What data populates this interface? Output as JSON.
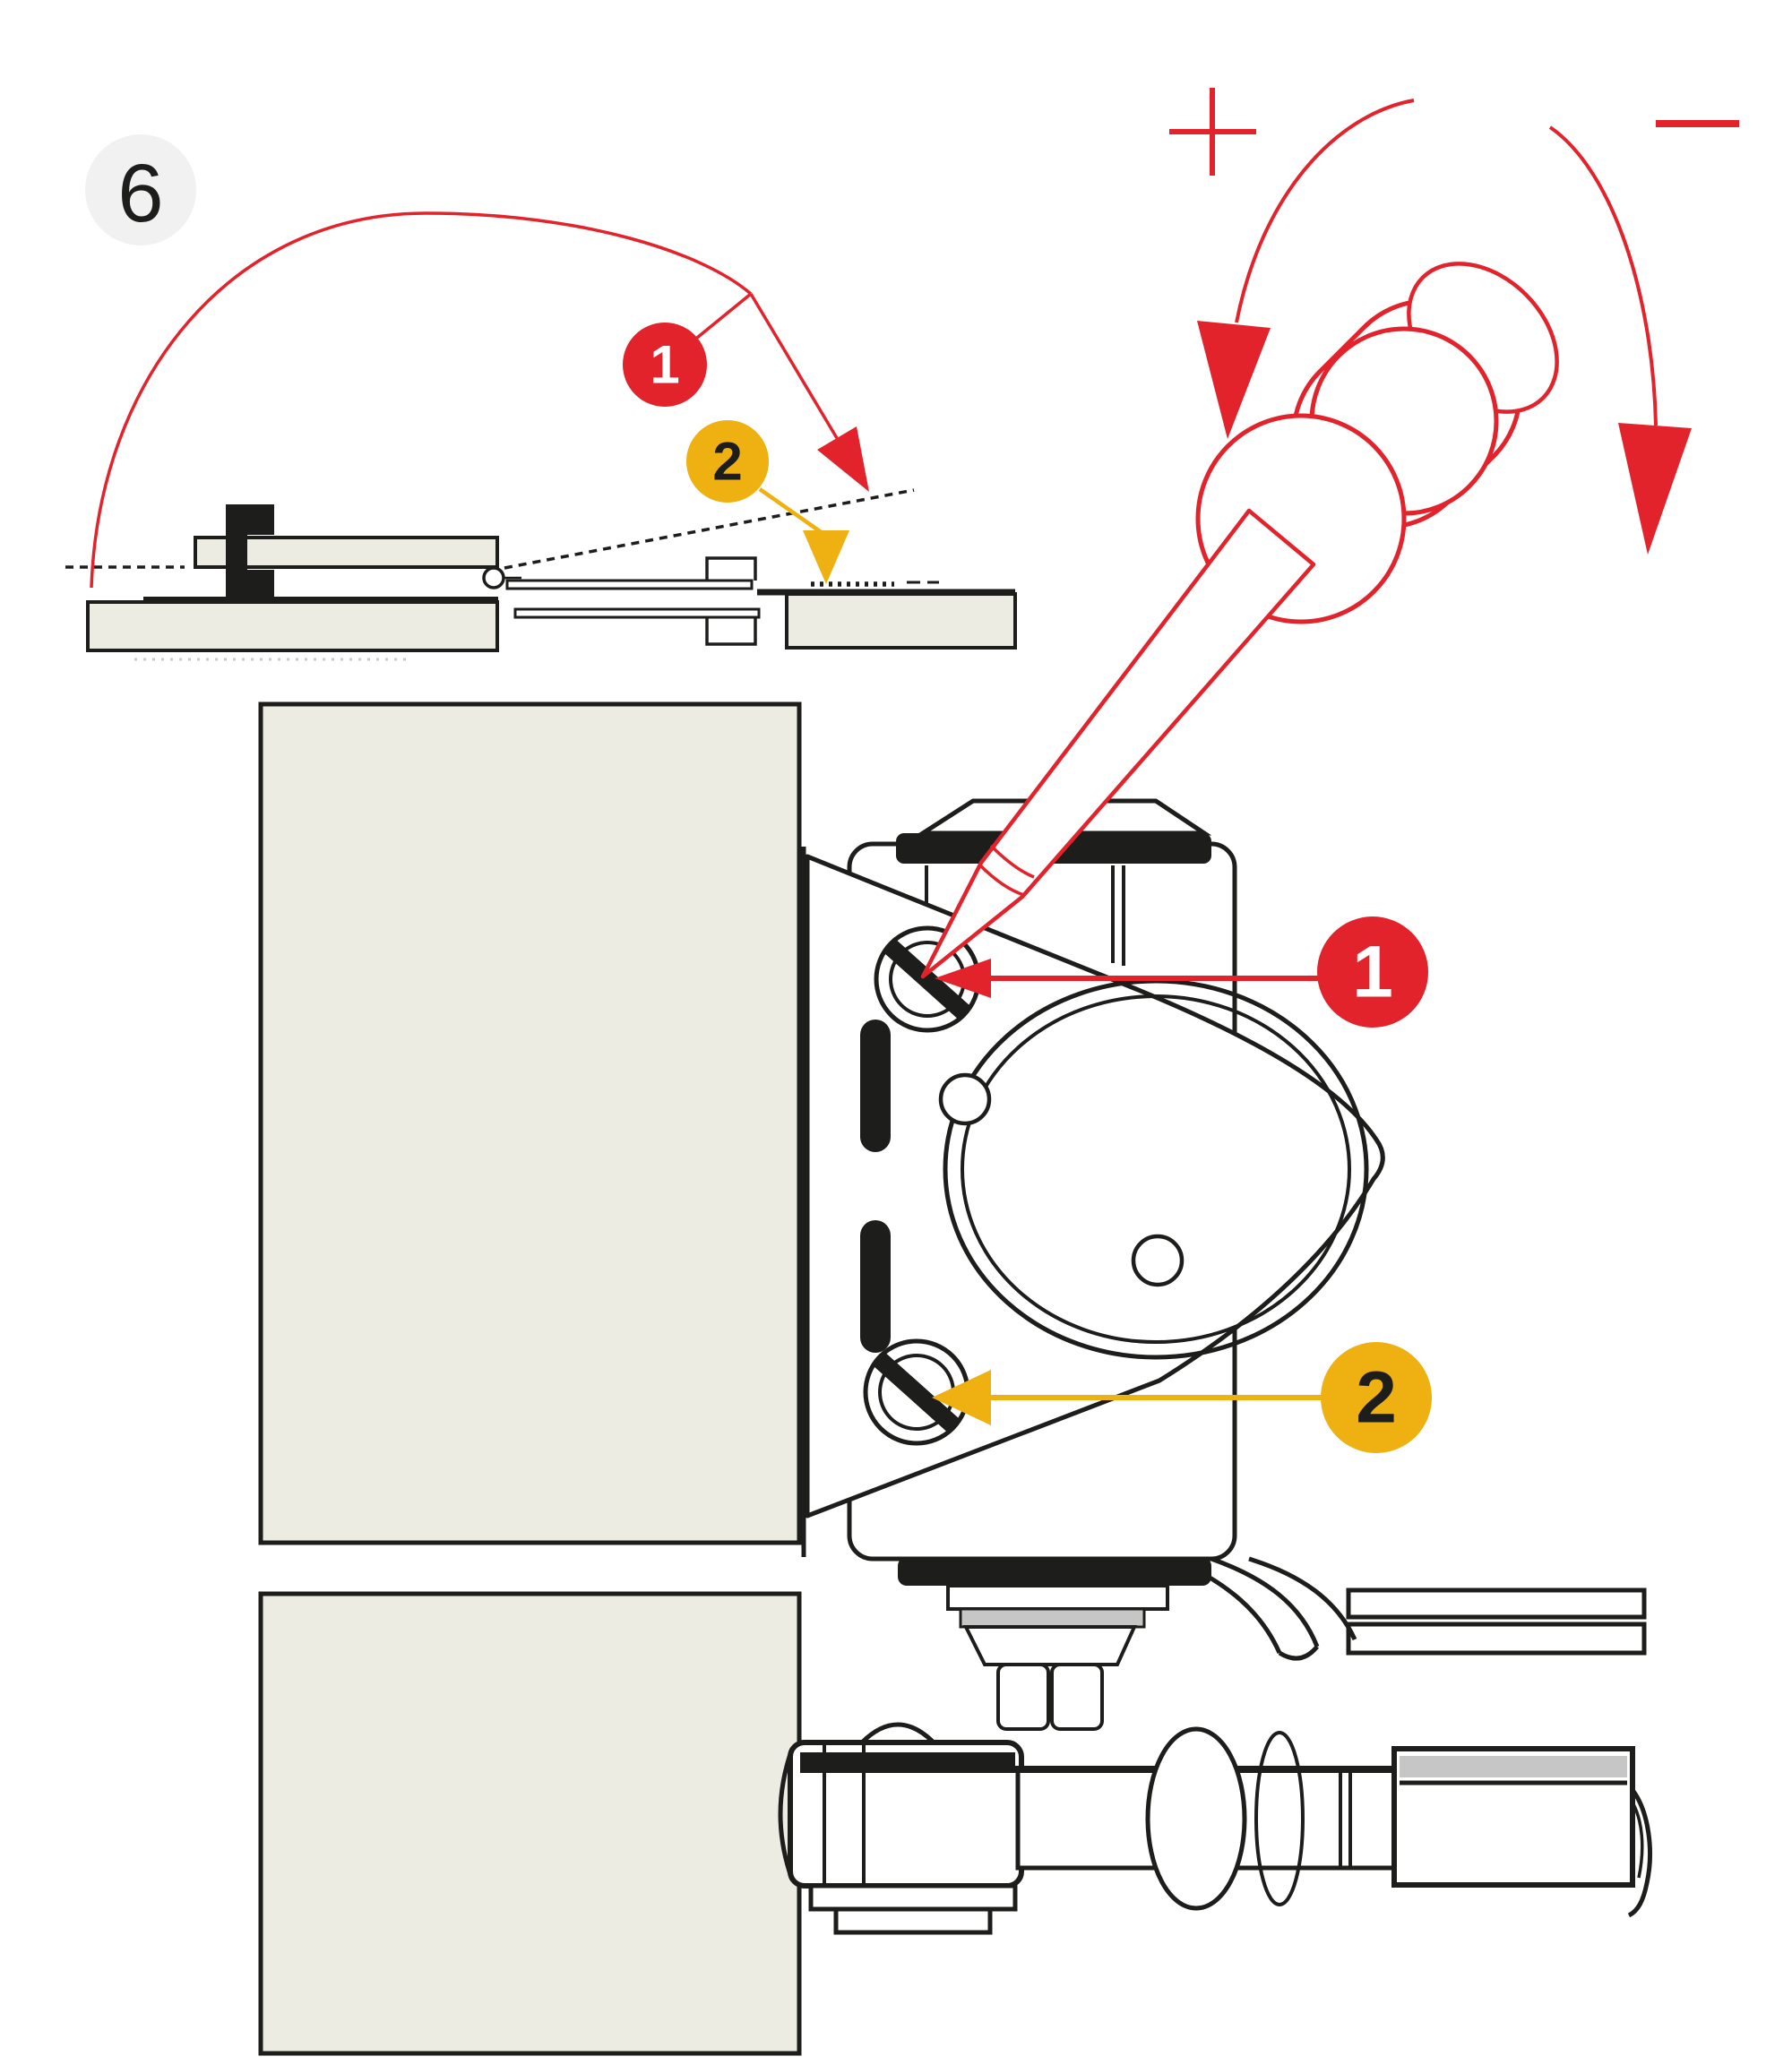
{
  "colors": {
    "ink": "#1d1d1b",
    "red": "#e3232b",
    "amber": "#eeb111",
    "panel": "#ecece2",
    "badge": "#f1f1f2",
    "strip": "#c6c6c6"
  },
  "step_badge": {
    "number": "6"
  },
  "icons": {
    "plus": "+",
    "minus": "−"
  },
  "callouts": {
    "side_view": {
      "first": "1",
      "second": "2"
    },
    "front_view": {
      "first": "1",
      "second": "2"
    }
  }
}
